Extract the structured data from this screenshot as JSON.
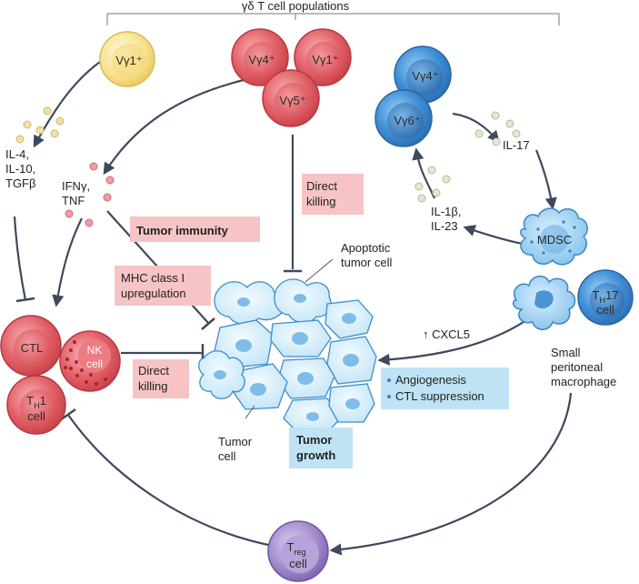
{
  "header": {
    "populations": "γδ T cell populations"
  },
  "cells": {
    "vg1_left": "Vγ1⁺",
    "vg4_top": "Vγ4⁺",
    "vg1_top": "Vγ1⁺",
    "vg5_top": "Vγ5⁺",
    "vg4_blue": "Vγ4⁺",
    "vg6_blue": "Vγ6⁺",
    "mdsc": "MDSC",
    "th17_main": "T",
    "th17_sub": "H",
    "th17_post": "17",
    "th17_line2": "cell",
    "ctl": "CTL",
    "nk_line1": "NK",
    "nk_line2": "cell",
    "th1_main": "T",
    "th1_sub": "H",
    "th1_post": "1",
    "th1_line2": "cell",
    "treg_main": "T",
    "treg_sub": "reg",
    "treg_line2": "cell"
  },
  "labels": {
    "il4_1": "IL-4,",
    "il4_2": "IL-10,",
    "il4_3": "TGFβ",
    "ifn_1": "IFNγ,",
    "ifn_2": "TNF",
    "il17": "IL-17",
    "il1_1": "IL-1β,",
    "il1_2": "IL-23",
    "cxcl5": "↑ CXCL5",
    "apoptotic_1": "Apoptotic",
    "apoptotic_2": "tumor cell",
    "tumor_cell_1": "Tumor",
    "tumor_cell_2": "cell",
    "macrophage_1": "Small",
    "macrophage_2": "peritoneal",
    "macrophage_3": "macrophage"
  },
  "boxes": {
    "direct_killing_top_1": "Direct",
    "direct_killing_top_2": "killing",
    "tumor_immunity": "Tumor immunity",
    "mhc_1": "MHC class I",
    "mhc_2": "upregulation",
    "direct_killing_left_1": "Direct",
    "direct_killing_left_2": "killing",
    "tumor_growth_1": "Tumor",
    "tumor_growth_2": "growth",
    "angiogenesis": "Angiogenesis",
    "ctl_suppression": "CTL suppression"
  },
  "colors": {
    "red_cell": "#e0575f",
    "yellow_cell": "#f7e08c",
    "blue_cell": "#4a93d6",
    "purple_cell": "#9b83c6",
    "pink_box": "#f6c4c4",
    "blue_box": "#bfe3f5",
    "arrow": "#3d4a5c"
  }
}
